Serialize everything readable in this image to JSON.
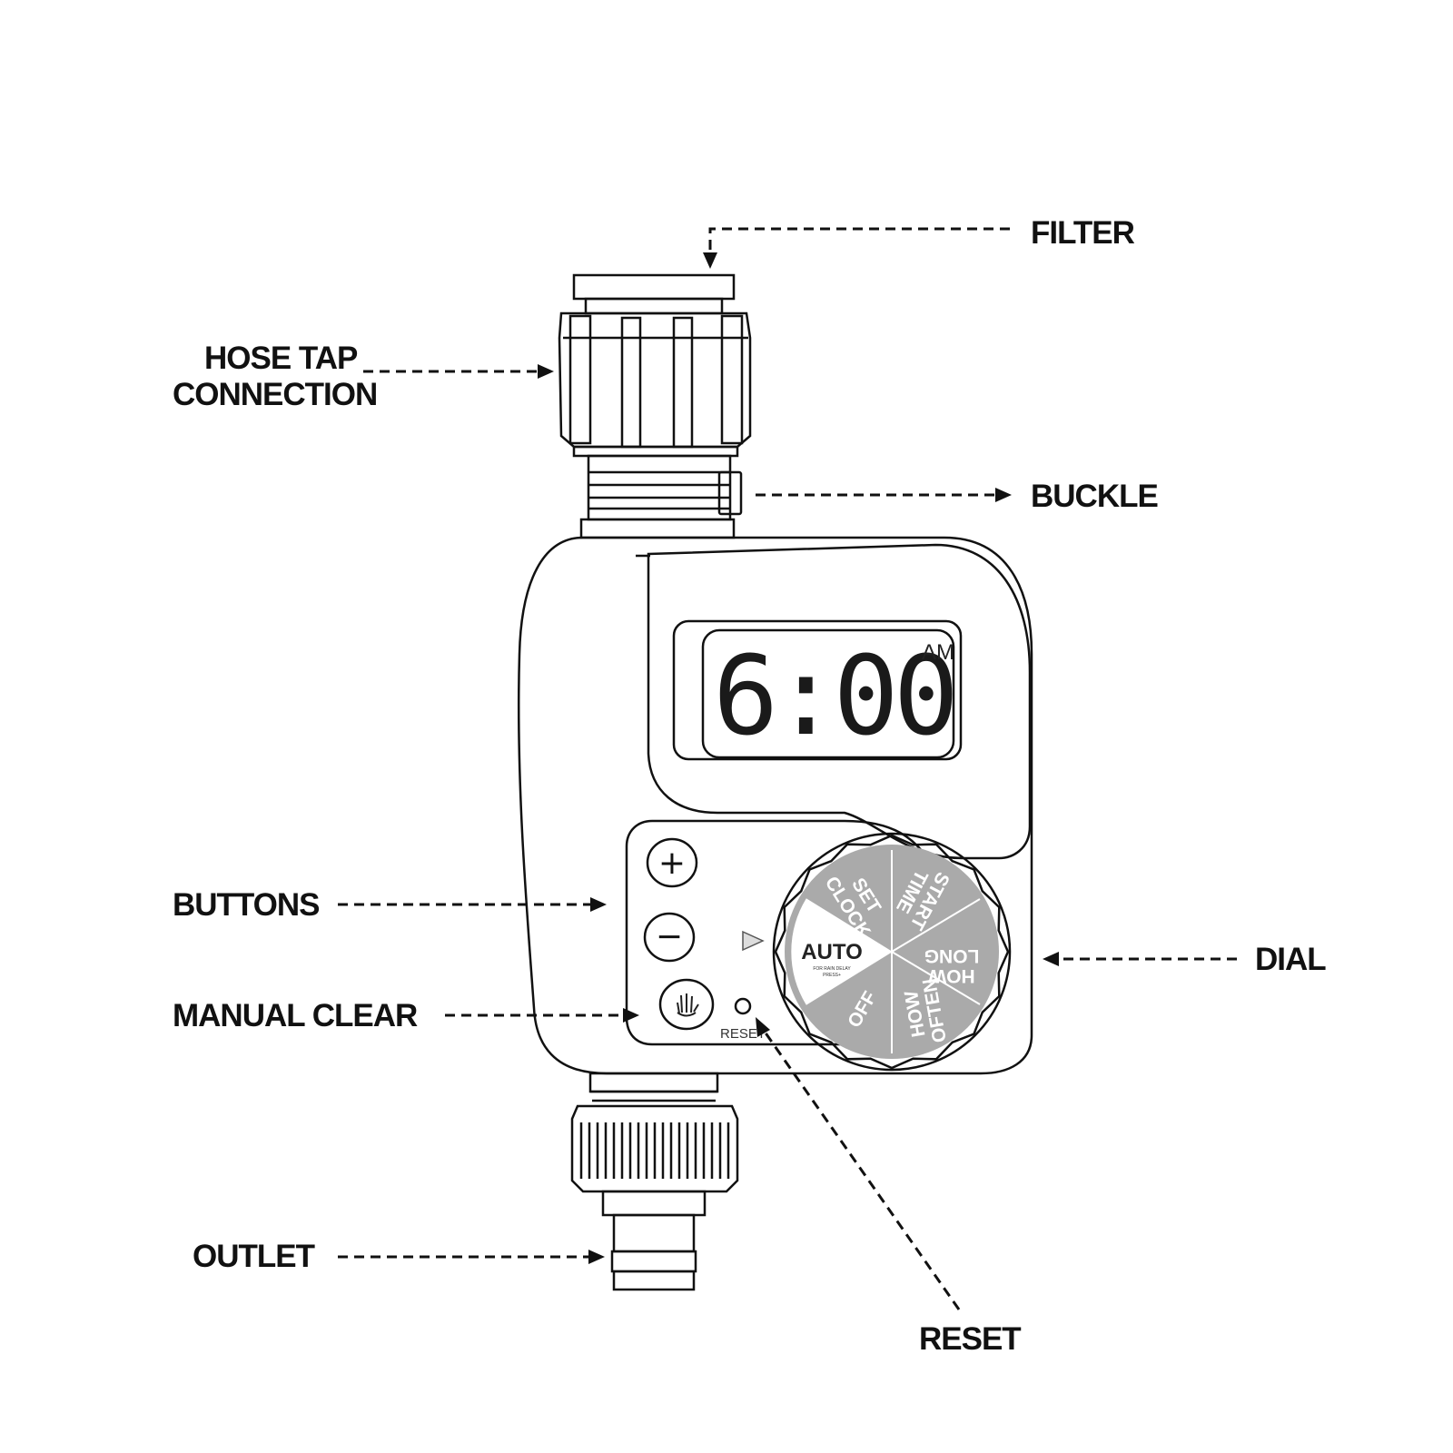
{
  "labels": {
    "filter": "FILTER",
    "hose_tap_1": "HOSE TAP",
    "hose_tap_2": "CONNECTION",
    "buckle": "BUCKLE",
    "buttons": "BUTTONS",
    "dial": "DIAL",
    "manual_clear": "MANUAL CLEAR",
    "outlet": "OUTLET",
    "reset": "RESET"
  },
  "display": {
    "time": "6:00",
    "ampm": "AM"
  },
  "device": {
    "plus_symbol": "+",
    "minus_symbol": "−",
    "reset_text": "RESET",
    "manual_icon": "hand-icon"
  },
  "dial": {
    "auto_label": "AUTO",
    "auto_sublabel_1": "FOR RAIN DELAY",
    "auto_sublabel_2": "PRESS+",
    "set_clock_1": "SET",
    "set_clock_2": "CLOCK",
    "start_time_1": "START",
    "start_time_2": "TIME",
    "how_long_1": "HOW",
    "how_long_2": "LONG",
    "how_often_1": "HOW",
    "how_often_2": "OFTEN",
    "off": "OFF"
  },
  "colors": {
    "body_light": "#f6f6f6",
    "body_grey": "#b9b9b9",
    "dial_grey": "#aaaaaa",
    "outline": "#111111"
  }
}
